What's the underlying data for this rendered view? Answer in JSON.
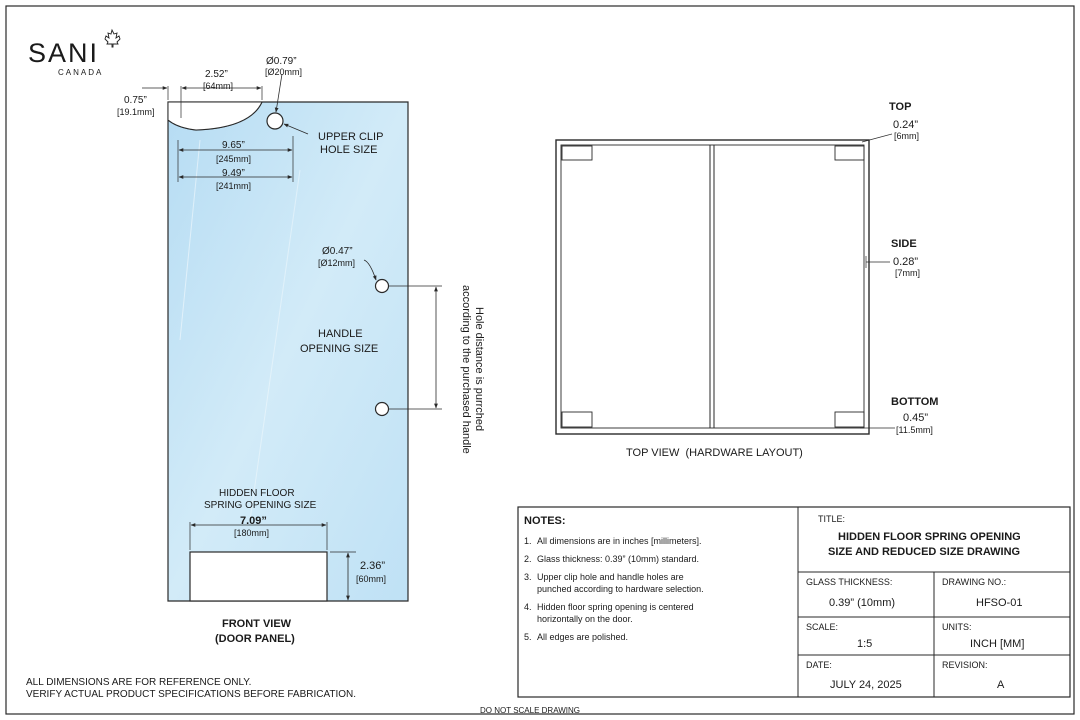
{
  "logo": {
    "brand": "SANI",
    "sub": "CANADA"
  },
  "colors": {
    "glass": "#bfe1f5",
    "line": "#2a2a2a"
  },
  "front_view": {
    "dim_075": "0.75”",
    "dim_075_mm": "[19.1mm]",
    "dim_252": "2.52”",
    "dim_252_mm": "[64mm]",
    "dim_079": "Ø0.79”",
    "dim_079_mm": "[Ø20mm]",
    "upper_clip_1": "UPPER CLIP",
    "upper_clip_2": "HOLE SIZE",
    "dim_965": "9.65”",
    "dim_965_mm": "[245mm]",
    "dim_949": "9.49”",
    "dim_949_mm": "[241mm]",
    "dim_047": "Ø0.47”",
    "dim_047_mm": "[Ø12mm]",
    "handle_1": "HANDLE",
    "handle_2": "OPENING SIZE",
    "hole_note_1": "Hole distance is purrched",
    "hole_note_2": "according to the purchased handle",
    "spring_1": "HIDDEN FLOOR",
    "spring_2": "SPRING OPENING SIZE",
    "dim_709": "7.09”",
    "dim_709_mm": "[180mm]",
    "dim_236": "2.36”",
    "dim_236_mm": "[60mm]",
    "caption_1": "FRONT VIEW",
    "caption_2": "(DOOR PANEL)"
  },
  "top_view": {
    "top_label": "TOP",
    "top_dim": "0.24”",
    "top_mm": "[6mm]",
    "side_label": "SIDE",
    "side_dim": "0.28”",
    "side_mm": "[7mm]",
    "bottom_label": "BOTTOM",
    "bottom_dim": "0.45”",
    "bottom_mm": "[11.5mm]",
    "caption": "TOP VIEW  (HARDWARE LAYOUT)"
  },
  "notes": {
    "heading": "NOTES:",
    "items": [
      [
        "1.",
        "All dimensions are in inches [millimeters]."
      ],
      [
        "2.",
        "Glass thickness: 0.39” (10mm) standard."
      ],
      [
        "3.",
        "Upper clip hole and handle holes are",
        "punched according to hardware selection."
      ],
      [
        "4.",
        "Hidden floor spring opening is centered",
        "horizontally on the door."
      ],
      [
        "5.",
        "All edges are polished."
      ]
    ]
  },
  "title_block": {
    "title_label": "TITLE:",
    "title_1": "HIDDEN FLOOR SPRING OPENING",
    "title_2": "SIZE AND REDUCED SIZE DRAWING",
    "glass_label": "GLASS THICKNESS:",
    "glass_value": "0.39” (10mm)",
    "drawing_label": "DRAWING NO.:",
    "drawing_value": "HFSO-01",
    "scale_label": "SCALE:",
    "scale_value": "1:5",
    "units_label": "UNITS:",
    "units_value": "INCH [MM]",
    "date_label": "DATE:",
    "date_value": "JULY 24, 2025",
    "revision_label": "REVISION:",
    "revision_value": "A"
  },
  "footer": {
    "ref_1": "ALL DIMENSIONS ARE FOR REFERENCE ONLY.",
    "ref_2": "VERIFY ACTUAL PRODUCT SPECIFICATIONS BEFORE FABRICATION.",
    "no_scale": "DO NOT SCALE DRAWING"
  }
}
